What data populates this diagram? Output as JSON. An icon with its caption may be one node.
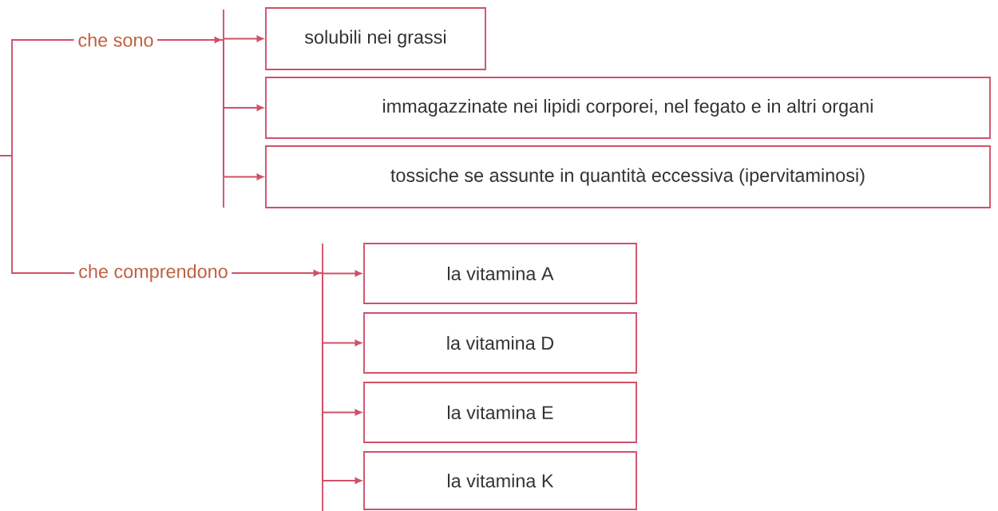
{
  "diagram": {
    "nodes": [
      {
        "text": [
          "che sono"
        ]
      },
      {
        "text": [
          "che comprendono"
        ]
      },
      {
        "text": [
          "solubili nei grassi"
        ]
      },
      {
        "text": [
          "immagazzinate nei lipidi corporei, nel fegato e in altri organi"
        ]
      },
      {
        "text": [
          "tossiche se assunte in quantità eccessiva (ipervitaminosi)"
        ]
      },
      {
        "text": [
          "la vitamina A"
        ]
      },
      {
        "text": [
          "la vitamina D"
        ]
      },
      {
        "text": [
          "la vitamina E"
        ]
      },
      {
        "text": [
          "la vitamina K"
        ]
      }
    ],
    "edges": [
      {
        "from": null,
        "to": 0,
        "arrow": "none"
      },
      {
        "from": null,
        "to": 1,
        "arrow": "none"
      },
      {
        "from": 0,
        "to": 2,
        "arrow": "to"
      },
      {
        "from": 0,
        "to": 3,
        "arrow": "to"
      },
      {
        "from": 0,
        "to": 4,
        "arrow": "to"
      },
      {
        "from": 1,
        "to": 5,
        "arrow": "to"
      },
      {
        "from": 1,
        "to": 6,
        "arrow": "to"
      },
      {
        "from": 1,
        "to": 7,
        "arrow": "to"
      },
      {
        "from": 1,
        "to": 8,
        "arrow": "to"
      }
    ]
  }
}
